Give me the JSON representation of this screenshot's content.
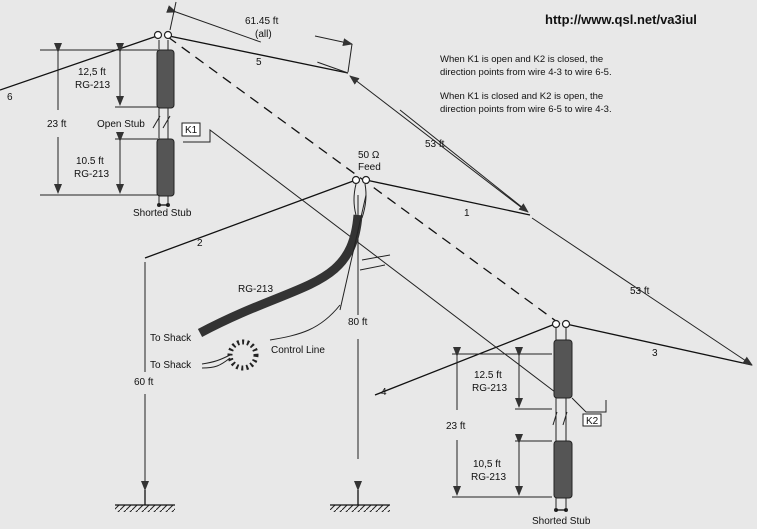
{
  "url": "http://www.qsl.net/va3iul",
  "notes": [
    "When K1 is open and K2 is closed, the",
    "direction points from wire 4-3 to wire 6-5.",
    "When K1 is closed and K2 is open, the",
    "direction points from wire 6-5 to wire 4-3."
  ],
  "dimensions": {
    "top_span": "61.45 ft",
    "top_span_note": "(all)",
    "wire_53a": "53 ft",
    "wire_53b": "53 ft",
    "mast_center": "80 ft",
    "mast_left": "60 ft",
    "stub_total_left": "23 ft",
    "stub_total_right": "23 ft"
  },
  "wires": {
    "w1": "1",
    "w2": "2",
    "w3": "3",
    "w4": "4",
    "w5": "5",
    "w6": "6"
  },
  "feed": {
    "line1": "50 Ω",
    "line2": "Feed"
  },
  "left_stub": {
    "upper_len": "12,5 ft",
    "upper_type": "RG-213",
    "open_label": "Open Stub",
    "lower_len": "10.5 ft",
    "lower_type": "RG-213",
    "shorted_label": "Shorted Stub",
    "relay": "K1"
  },
  "right_stub": {
    "upper_len": "12.5 ft",
    "upper_type": "RG-213",
    "lower_len": "10,5 ft",
    "lower_type": "RG-213",
    "shorted_label": "Shorted Stub",
    "relay": "K2"
  },
  "coax_label": "RG-213",
  "control_label": "Control Line",
  "shack1": "To Shack",
  "shack2": "To Shack"
}
